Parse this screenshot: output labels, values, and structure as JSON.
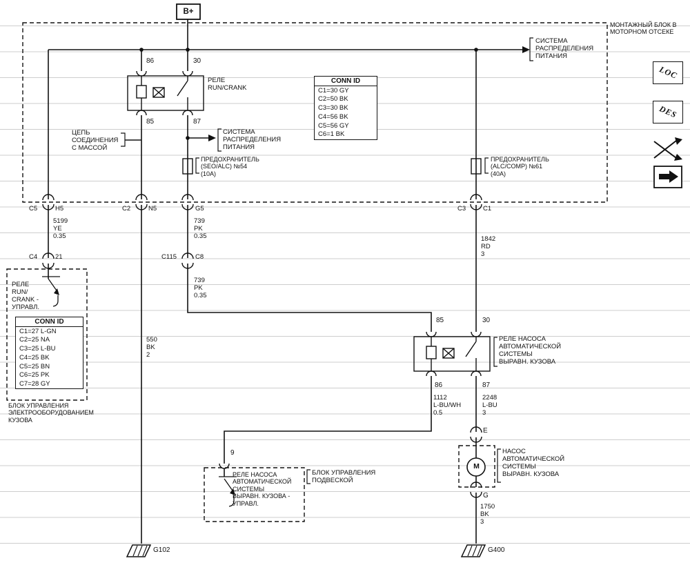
{
  "b_plus": "B+",
  "blocks": {
    "mounting_block": "МОНТАЖНЫЙ БЛОК В\nМОТОРНОМ ОТСЕКЕ",
    "bcm": "БЛОК УПРАВЛЕНИЯ\nЭЛЕКТРООБОРУДОВАНИЕМ\nКУЗОВА",
    "suspension": "БЛОК УПРАВЛЕНИЯ\nПОДВЕСКОЙ"
  },
  "labels": {
    "power_top": "СИСТЕМА\nРАСПРЕДЕЛЕНИЯ\nПИТАНИЯ",
    "power_mid": "СИСТЕМА\nРАСПРЕДЕЛЕНИЯ\nПИТАНИЯ",
    "ground_link": "ЦЕПЬ\nСОЕДИНЕНИЯ\nС МАССОЙ",
    "relay1": "РЕЛЕ\nRUN/CRANK",
    "relay1_control": "РЕЛЕ\nRUN/\nCRANK -\nУПРАВЛ.",
    "relay2": "РЕЛЕ НАСОСА\nАВТОМАТИЧЕСКОЙ\nСИСТЕМЫ\nВЫРАВН. КУЗОВА",
    "relay2_control": "РЕЛЕ НАСОСА\nАВТОМАТИЧЕСКОЙ\nСИСТЕМЫ\nВЫРАВН. КУЗОВА -\nУПРАВЛ.",
    "pump": "НАСОС\nАВТОМАТИЧЕСКОЙ\nСИСТЕМЫ\nВЫРАВН. КУЗОВА",
    "fuse54": "ПРЕДОХРАНИТЕЛЬ\n(SEO/ALC) №54\n(10А)",
    "fuse61": "ПРЕДОХРАНИТЕЛЬ\n(ALC/COMP) №61\n(40А)"
  },
  "conn_table_1": {
    "header": "CONN ID",
    "rows": [
      "C1=30 GY",
      "C2=50 BK",
      "C3=30 BK",
      "C4=56 BK",
      "C5=56 GY",
      "C6=1 BK"
    ]
  },
  "conn_table_2": {
    "header": "CONN ID",
    "rows": [
      "C1=27 L-GN",
      "C2=25 NA",
      "C3=25 L-BU",
      "C4=25 BK",
      "C5=25 BN",
      "C6=25 PK",
      "C7=28 GY"
    ]
  },
  "pins": {
    "r1_86": "86",
    "r1_30": "30",
    "r1_85": "85",
    "r1_87": "87",
    "r2_85": "85",
    "r2_30": "30",
    "r2_86": "86",
    "r2_87": "87",
    "p9": "9",
    "pE": "E",
    "pG": "G",
    "motor": "M"
  },
  "connectors": {
    "c5": "C5",
    "h5": "H5",
    "c2": "C2",
    "n5": "N5",
    "g5": "G5",
    "c3": "C3",
    "c1": "C1",
    "c4": "C4",
    "p21": "21",
    "c115": "C115",
    "c8": "C8"
  },
  "wires": {
    "w5199": "5199\nYE\n0.35",
    "w739a": "739\nPK\n0.35",
    "w739b": "739\nPK\n0.35",
    "w1842": "1842\nRD\n3",
    "w550": "550\nBK\n2",
    "w1112": "1112\nL-BU/WH\n0.5",
    "w2248": "2248\nL-BU\n3",
    "w1750": "1750\nBK\n3"
  },
  "grounds": {
    "g102": "G102",
    "g400": "G400"
  },
  "side_icons": {
    "loc": "LOC",
    "des": "DES"
  }
}
